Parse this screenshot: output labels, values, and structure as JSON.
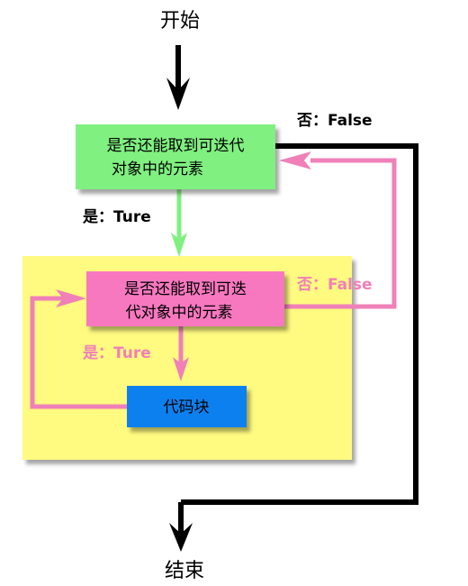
{
  "start_label": "开始",
  "end_label": "结束",
  "outer_decision": {
    "line1": "是否还能取到可迭代",
    "line2": "对象中的元素",
    "yes_label": "是：Ture",
    "no_label": "否：False"
  },
  "inner_decision": {
    "line1": "是否还能取到可迭",
    "line2": "代对象中的元素",
    "yes_label": "是：Ture",
    "no_label": "否：False"
  },
  "code_block_label": "代码块",
  "colors": {
    "outer_decision_fill": "#80f080",
    "inner_decision_fill": "#f878c0",
    "code_block_fill": "#0880f0",
    "loop_region_fill": "#fffa80",
    "pink_arrow": "#f080b8",
    "green_arrow": "#80f080",
    "black_line": "#000000"
  }
}
